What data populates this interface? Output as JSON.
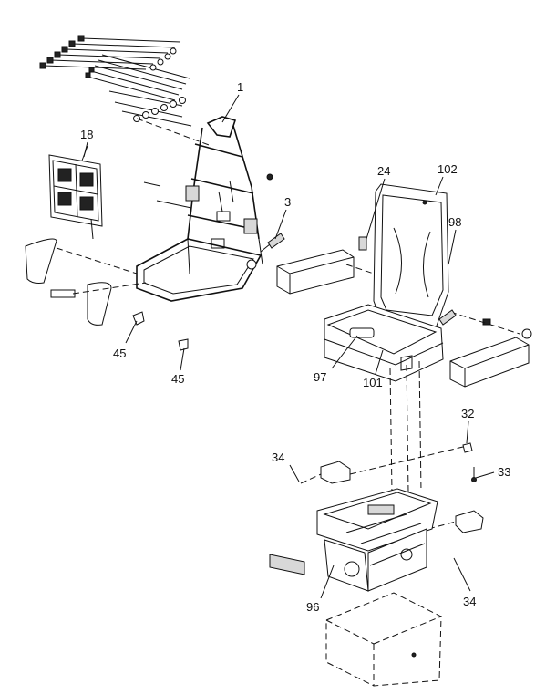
{
  "callouts": {
    "c1": "1",
    "c18": "18",
    "c3": "3",
    "c24": "24",
    "c102": "102",
    "c98": "98",
    "c45a": "45",
    "c45b": "45",
    "c97": "97",
    "c101": "101",
    "c32": "32",
    "c34a": "34",
    "c33": "33",
    "c96": "96",
    "c34b": "34"
  }
}
